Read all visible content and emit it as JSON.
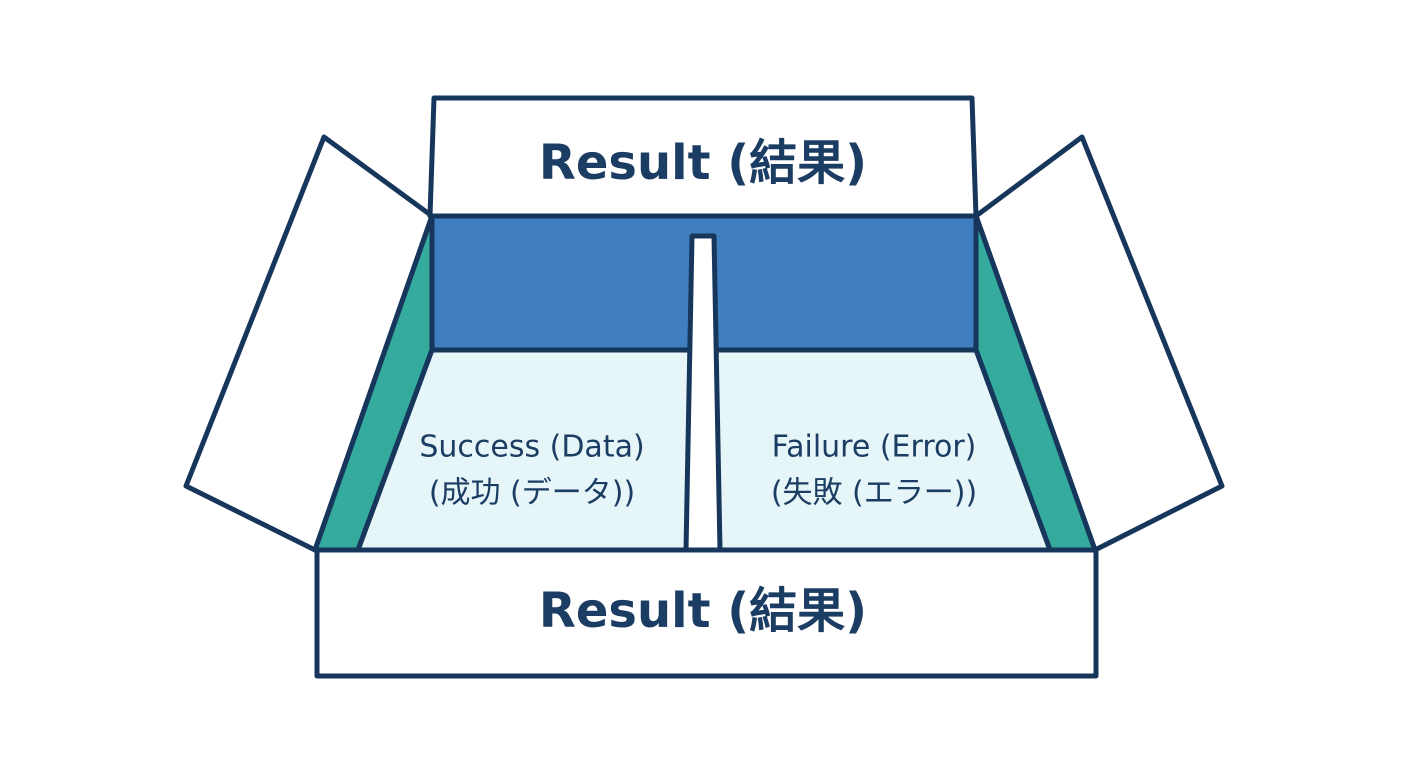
{
  "box": {
    "lid_label": "Result (結果)",
    "front_label": "Result (結果)",
    "compartments": [
      {
        "title": "Success (Data)",
        "subtitle": "(成功 (データ))"
      },
      {
        "title": "Failure (Error)",
        "subtitle": "(失敗 (エラー))"
      }
    ]
  },
  "colors": {
    "outline": "#17365c",
    "back_wall": "#3f7fbf",
    "side_wall": "#35ab9e",
    "floor": "#e6f5f7",
    "panel": "#ffffff",
    "text": "#1b3c63"
  }
}
